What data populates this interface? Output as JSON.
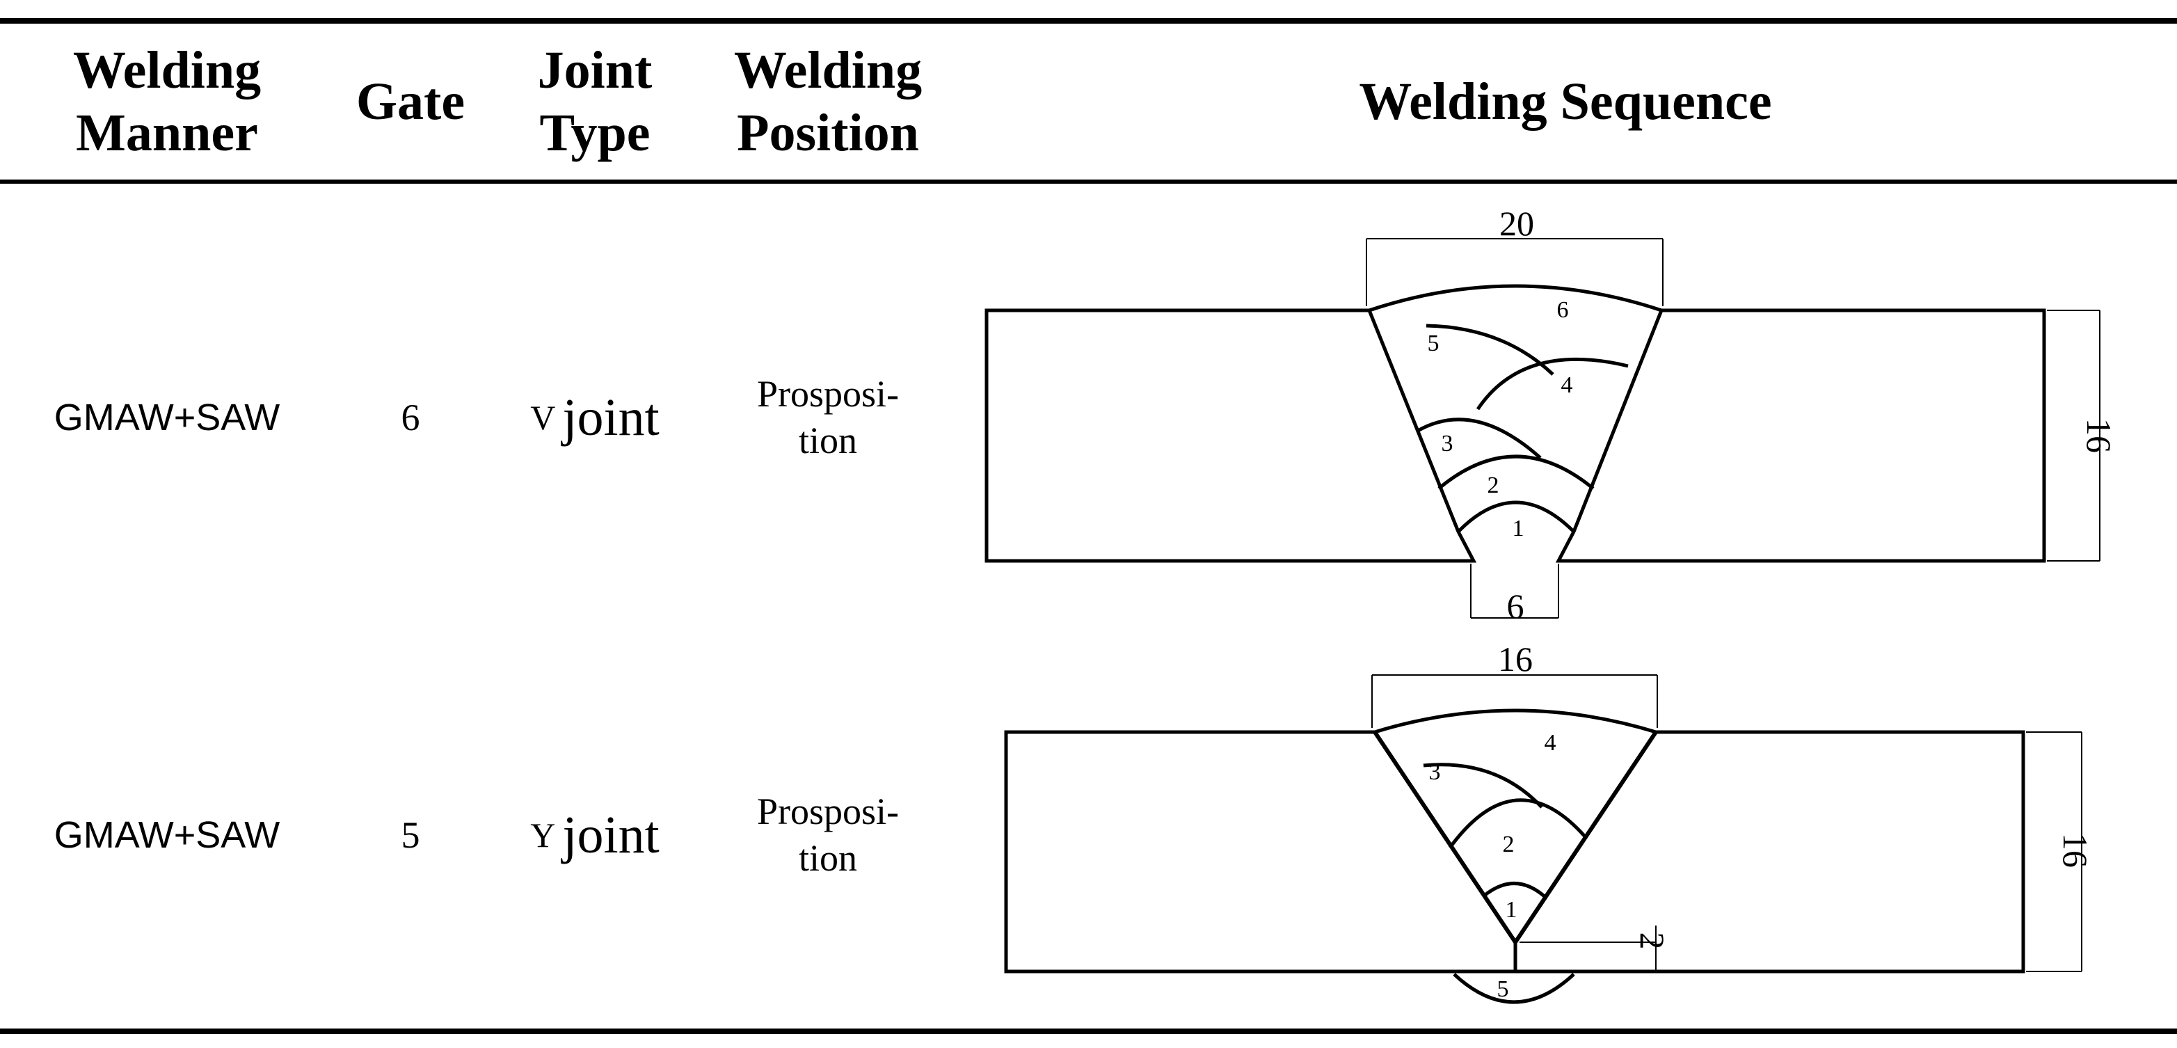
{
  "table": {
    "headers": {
      "manner_l1": "Welding",
      "manner_l2": "Manner",
      "gate": "Gate",
      "joint_l1": "Joint",
      "joint_l2": "Type",
      "position_l1": "Welding",
      "position_l2": "Position",
      "sequence": "Welding Sequence"
    },
    "rows": [
      {
        "manner": "GMAW+SAW",
        "gate": "6",
        "joint_letter": "V",
        "joint_word": "joint",
        "position_l1": "Prosposi-",
        "position_l2": "tion",
        "diagram": {
          "top_width": "20",
          "root_gap": "6",
          "thickness": "16",
          "passes": [
            "1",
            "2",
            "3",
            "4",
            "5",
            "6"
          ]
        }
      },
      {
        "manner": "GMAW+SAW",
        "gate": "5",
        "joint_letter": "Y",
        "joint_word": "joint",
        "position_l1": "Prosposi-",
        "position_l2": "tion",
        "diagram": {
          "top_width": "16",
          "root_face": "2",
          "thickness": "16",
          "passes": [
            "1",
            "2",
            "3",
            "4",
            "5"
          ]
        }
      }
    ]
  }
}
